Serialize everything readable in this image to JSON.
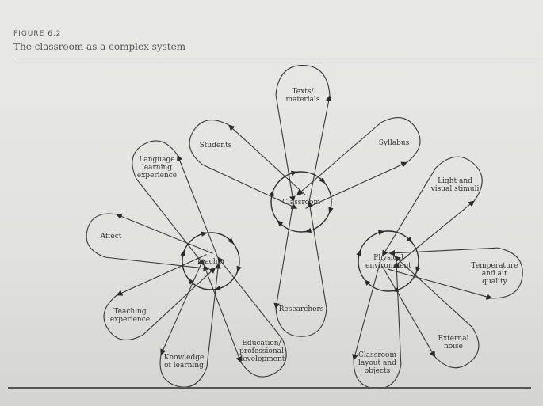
{
  "figure": {
    "label": "FIGURE 6.2",
    "title": "The classroom as a complex system"
  },
  "hubs": [
    {
      "id": "classroom",
      "label": "Classroom"
    },
    {
      "id": "teacher",
      "label": "Teacher"
    },
    {
      "id": "physical",
      "label": "Physical environment",
      "lines": [
        "Physical",
        "environment"
      ]
    }
  ],
  "nodes": [
    {
      "id": "texts",
      "lines": [
        "Texts/",
        "materials"
      ]
    },
    {
      "id": "students",
      "lines": [
        "Students"
      ]
    },
    {
      "id": "syllabus",
      "lines": [
        "Syllabus"
      ]
    },
    {
      "id": "researchers",
      "lines": [
        "Researchers"
      ]
    },
    {
      "id": "lle",
      "lines": [
        "Language",
        "learning",
        "experience"
      ]
    },
    {
      "id": "affect",
      "lines": [
        "Affect"
      ]
    },
    {
      "id": "teaching",
      "lines": [
        "Teaching",
        "experience"
      ]
    },
    {
      "id": "knowledge",
      "lines": [
        "Knowledge",
        "of learning"
      ]
    },
    {
      "id": "education",
      "lines": [
        "Education/",
        "professional",
        "development"
      ]
    },
    {
      "id": "light",
      "lines": [
        "Light and",
        "visual stimuli"
      ]
    },
    {
      "id": "temperature",
      "lines": [
        "Temperature",
        "and air",
        "quality"
      ]
    },
    {
      "id": "noise",
      "lines": [
        "External",
        "noise"
      ]
    },
    {
      "id": "layout",
      "lines": [
        "Classroom",
        "layout and",
        "objects"
      ]
    }
  ],
  "colors": {
    "ink": "#333333",
    "paper": "#e6e6e3"
  }
}
